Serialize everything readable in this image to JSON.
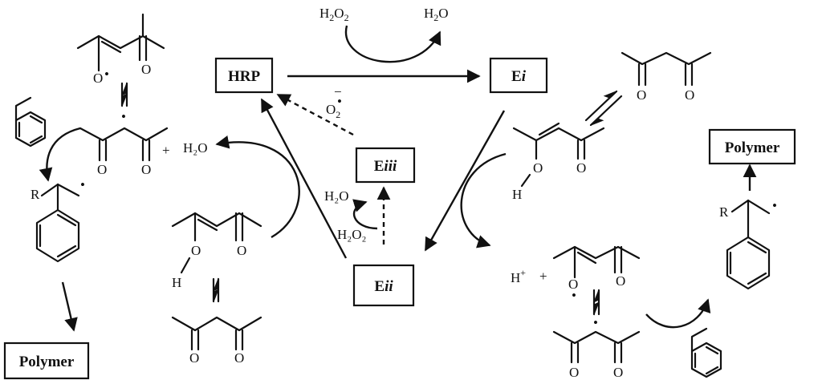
{
  "boxes": {
    "hrp": "HRP",
    "ei_prefix": "E",
    "ei_suffix": "i",
    "eii_prefix": "E",
    "eii_suffix": "ii",
    "eiii_prefix": "E",
    "eiii_suffix": "iii",
    "polymer_left": "Polymer",
    "polymer_right": "Polymer"
  },
  "labels": {
    "h2o2_top_h": "H",
    "h2o2_top_2a": "2",
    "h2o2_top_o": "O",
    "h2o2_top_2b": "2",
    "h2o_top_h": "H",
    "h2o_top_2": "2",
    "h2o_top_o": "O",
    "superoxide_o": "O",
    "superoxide_2": "2",
    "superoxide_charge": "−",
    "superoxide_dot": "•",
    "h2o_mid": "H₂O",
    "h2o_eiii": "H₂O",
    "h2o2_eiii": "H₂O₂",
    "proton": "H",
    "proton_charge": "+",
    "plus": "+",
    "r_left": "R",
    "r_right": "R",
    "o": "O",
    "h": "H",
    "radical_dot": "•"
  }
}
